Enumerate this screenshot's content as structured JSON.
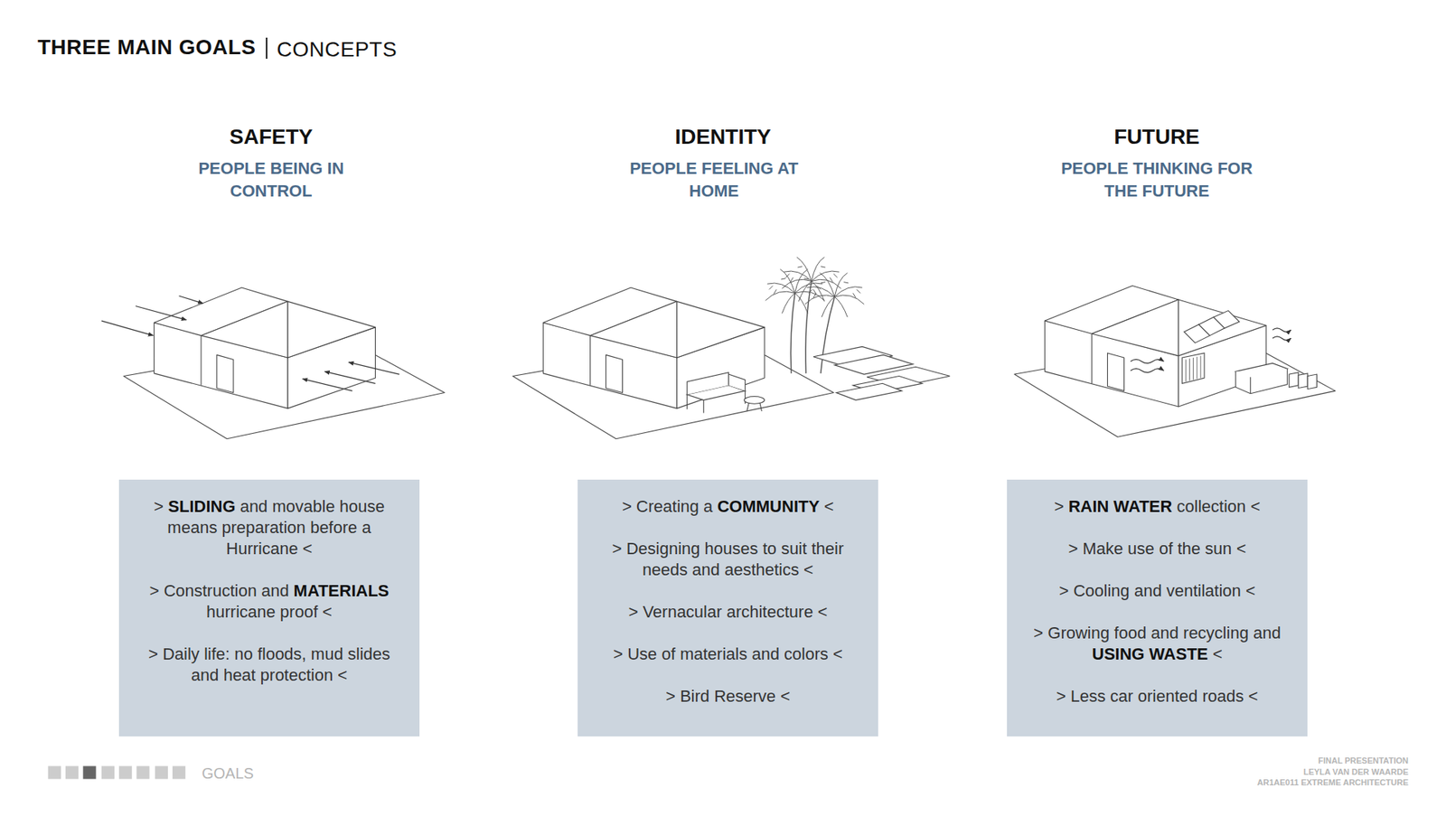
{
  "diagram": {
    "title": "THREE MAIN GOALS",
    "nodes": [
      {
        "text": [
          "> SLIDING and movable house means preparation before a Hurricane <",
          "> Construction and MATERIALS hurricane proof <",
          "> Daily life: no floods, mud slides and heat protection <"
        ]
      },
      {
        "text": [
          "> Creating a COMMUNITY <",
          "> Designing houses to suit their needs and aesthetics <",
          "> Vernacular architecture <",
          "> Use of materials and colors <",
          "> Bird Reserve <"
        ]
      },
      {
        "text": [
          "> RAIN WATER collection <",
          "> Make use of the sun <",
          "> Cooling and ventilation <",
          "> Growing food and recycling and USING WASTE <",
          "> Less car oriented roads <"
        ]
      }
    ],
    "labels": [
      "CONCEPTS",
      "SAFETY",
      "PEOPLE BEING IN CONTROL",
      "IDENTITY",
      "PEOPLE FEELING AT HOME",
      "FUTURE",
      "PEOPLE THINKING FOR THE FUTURE",
      "GOALS",
      "FINAL PRESENTATION",
      "LEYLA VAN DER WAARDE",
      "AR1AE011 EXTREME ARCHITECTURE"
    ]
  }
}
